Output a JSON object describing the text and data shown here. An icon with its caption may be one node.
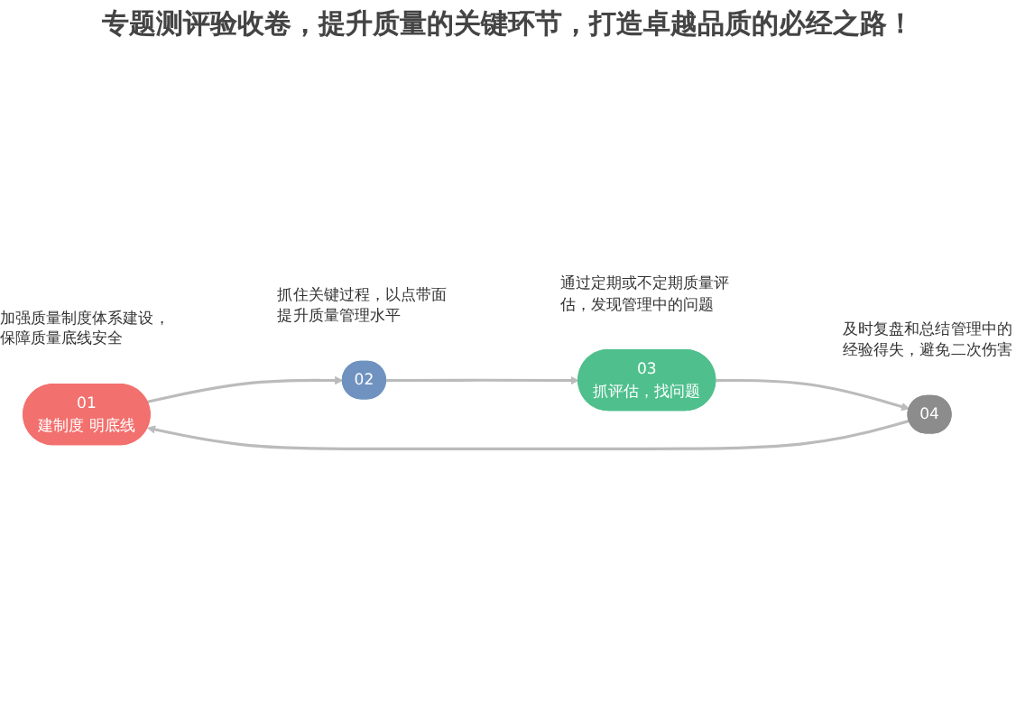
{
  "diagram": {
    "title": "专题测评验收卷，提升质量的关键环节，打造卓越品质的必经之路！",
    "nodes": [
      {
        "text": [
          "01",
          "建制度 明底线"
        ],
        "beside": [
          "加强质量制度体系建设，保障质量底线安全"
        ]
      },
      {
        "text": [
          "02"
        ],
        "beside": [
          "抓住关键过程，以点带面提升质量管理水平"
        ]
      },
      {
        "text": [
          "03",
          "抓评估，找问题"
        ],
        "beside": [
          "通过定期或不定期质量评估，发现管理中的问题"
        ]
      },
      {
        "text": [
          "04"
        ],
        "beside": [
          "及时复盘和总结管理中的经验得失，避免二次伤害"
        ]
      }
    ],
    "edges": [
      {
        "from": 0,
        "to": 1,
        "arrow": "to"
      },
      {
        "from": 1,
        "to": 2,
        "arrow": "to"
      },
      {
        "from": 2,
        "to": 3,
        "arrow": "to"
      },
      {
        "from": 3,
        "to": 0,
        "arrow": "to"
      }
    ]
  }
}
